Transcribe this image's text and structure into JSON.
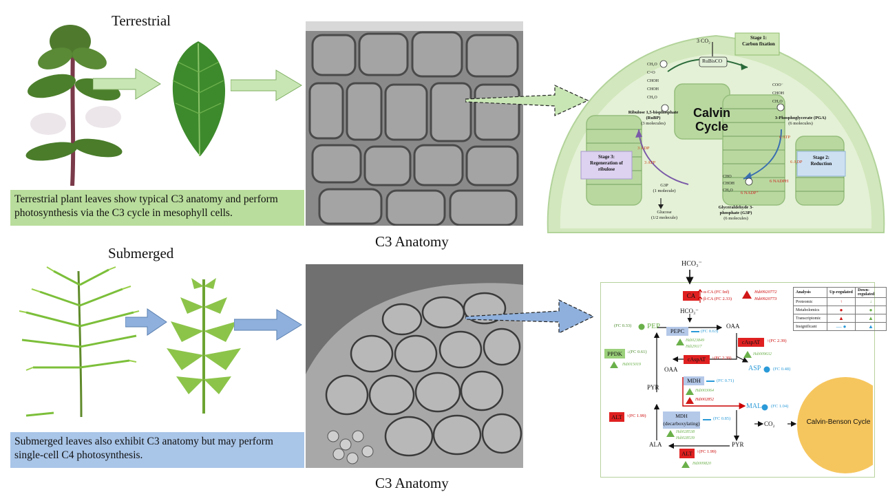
{
  "sections": {
    "terrestrial": {
      "title": "Terrestrial",
      "caption": "Terrestrial plant leaves show typical C3 anatomy and perform photosynthesis via the C3 cycle in mesophyll cells.",
      "micro_label": "C3 Anatomy"
    },
    "submerged": {
      "title": "Submerged",
      "caption": "Submerged leaves also exhibit C3 anatomy but may perform single-cell C4 photosynthesis.",
      "micro_label": "C3 Anatomy"
    }
  },
  "colors": {
    "terrestrial_caption_bg": "#b9dd9c",
    "submerged_caption_bg": "#a9c5e8",
    "green_arrow": "#c8e6b4",
    "blue_arrow": "#8fb0dc",
    "red_box": "#e02020",
    "blue_box": "#b4c8e8",
    "green_box": "#9bd07a",
    "orange_sun": "#f6c65e"
  },
  "calvin": {
    "title_line1": "Calvin",
    "title_line2": "Cycle",
    "co2": "3 CO₂",
    "rubisco": "RuBisCO",
    "stage1_line1": "Stage 1:",
    "stage1_line2": "Carbon fixation",
    "stage2_line1": "Stage 2:",
    "stage2_line2": "Reduction",
    "stage3_line1": "Stage 3:",
    "stage3_line2": "Regeneration of",
    "stage3_line3": "ribulose",
    "rubp_line1": "Ribulose 1,5-bisphosphate",
    "rubp_line2": "(RuBP)",
    "rubp_line3": "(3 molecules)",
    "pga_line1": "3-Phosphoglycerate (PGA)",
    "pga_line2": "(6 molecules)",
    "g3p_line1": "Glyceraldehyde 3-",
    "g3p_line2": "phosphate (G3P)",
    "g3p_line3": "(6 molecules)",
    "g3p_small_line1": "G3P",
    "g3p_small_line2": "(1 molecule)",
    "glucose_line1": "Glucose",
    "glucose_line2": "(1/2 molecule)",
    "atp6": "6 ATP",
    "adp6": "6 ADP",
    "nadph6": "6 NADPH",
    "nadp6": "6 NADP⁺",
    "atp3": "3 ATP",
    "adp3": "3 ADP",
    "ch2o": "CH₂O",
    "c_o": "C=O",
    "choh": "CHOH",
    "coo": "COO⁻",
    "cho": "CHO",
    "p": "P"
  },
  "c4": {
    "hco3_top": "HCO₃⁻",
    "ca": "CA",
    "ca_alpha": "α-CA (FC Inf)",
    "ca_beta": "β-CA (FC 2.33)",
    "gene_ca1": "Hdi0920772",
    "gene_ca2": "Hdi0920773",
    "pep": "PEP",
    "pep_fc": "(FC 0.33)",
    "hco3_mid": "HCO₃⁻",
    "oaa_right": "OAA",
    "pepc": "PEPC",
    "pepc_fc": "(FC 0.63)",
    "gene_pepc1": "Hdi023849",
    "gene_pepc2": "Hdi29117",
    "caspat_right": "cAspAT",
    "caspat_right_fc": "(FC 2.39)",
    "gene_caspat": "Hdi009632",
    "ppdk": "PPDK",
    "ppdk_fc": "(FC 0.61)",
    "gene_ppdk": "Hdi015019",
    "caspat_mid": "cAspAT",
    "caspat_mid_fc": "(FC 2.39)",
    "oaa_left": "OAA",
    "asp": "ASP",
    "asp_fc": "(FC 0.48)",
    "mdh": "MDH",
    "mdh_fc": "(FC 0.71)",
    "gene_mdh1": "Hdi003064",
    "gene_mdh2": "Hdi002852",
    "pyr_left": "PYR",
    "mal": "MAL",
    "mal_fc": "(FC 1.04)",
    "alt_left": "ALT",
    "alt_left_fc": "(FC 1.99)",
    "mdh_dec_line1": "MDH",
    "mdh_dec_line2": "(decarboxylating)",
    "mdh_dec_fc": "(FC 0.85)",
    "gene_mdhd1": "Hdi028538",
    "gene_mdhd2": "Hdi028539",
    "co2": "CO₂",
    "calvin_benson": "Calvin-Benson Cycle",
    "ala": "ALA",
    "pyr_bottom": "PYR",
    "alt_bottom": "ALT",
    "alt_bottom_fc": "(FC 1.99)",
    "gene_alt": "Hdi009820",
    "legend": {
      "headers": [
        "Analysis",
        "Up-regulated",
        "Down-regulated"
      ],
      "rows": [
        "Proteomic",
        "Metabolomics",
        "Transcriptomic",
        "Insignificant"
      ]
    }
  }
}
